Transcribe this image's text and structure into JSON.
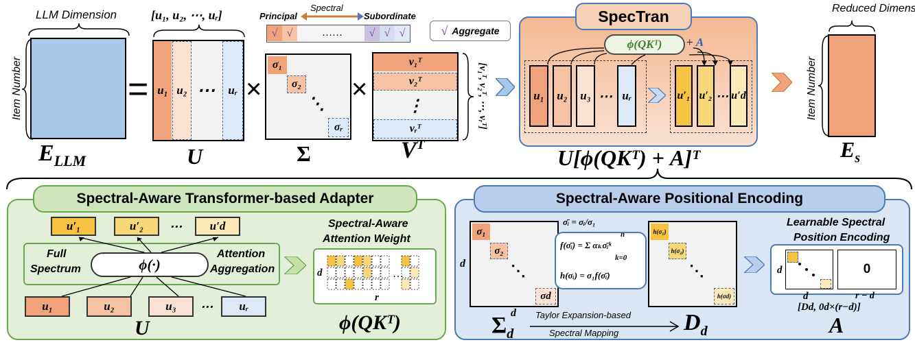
{
  "top": {
    "llm_dimension": "LLM Dimension",
    "item_number": "Item Number",
    "e_llm": "E",
    "e_llm_sub": "LLM",
    "equals": "=",
    "times": "×",
    "u_vector_list": "[u₁, u₂, ⋯, uᵣ]",
    "u_label": "U",
    "u_cells": [
      "u₁",
      "u₂",
      "⋯",
      "uᵣ"
    ],
    "sigma_label": "Σ",
    "sigma_cells": [
      "σ₁",
      "σ₂",
      "⋱",
      "σᵣ"
    ],
    "vt_label": "V",
    "vt_sup": "T",
    "vt_rows": [
      "v₁ᵀ",
      "v₂ᵀ",
      "⋮",
      "vᵣᵀ"
    ],
    "vt_vector_list": "[v₁ᵀ, v₂ᵀ, ⋯, vᵣᵀ]",
    "principal": "Principal",
    "spectral": "Spectral",
    "subordinate": "Subordinate",
    "check": "√",
    "dots_strip": "……",
    "aggregate": "Aggregate",
    "spectran_title": "SpecTran",
    "phi_box": "ϕ(QKᵀ)",
    "plus_a": "+ A",
    "spectran_u_cells": [
      "u₁",
      "u₂",
      "u₃",
      "⋯",
      "uᵣ"
    ],
    "spectran_out_cells": [
      "u′₁",
      "u′₂",
      "⋯",
      "u′d"
    ],
    "formula": "U[ϕ(QKᵀ) + A]ᵀ",
    "reduced_dimension": "Reduced Dimension",
    "e_s": "E",
    "e_s_sub": "s"
  },
  "left_panel": {
    "title": "Spectral-Aware Transformer-based Adapter",
    "out_cells": [
      "u′₁",
      "u′₂",
      "⋯",
      "u′d"
    ],
    "phi_node": "ϕ(·)",
    "full_spectrum": [
      "Full",
      "Spectrum"
    ],
    "attention_aggregation": [
      "Attention",
      "Aggregation"
    ],
    "in_cells": [
      "u₁",
      "u₂",
      "u₃",
      "⋯",
      "uᵣ"
    ],
    "u_label": "U",
    "weight_title": [
      "Spectral-Aware",
      "Attention Weight"
    ],
    "d": "d",
    "r": "r",
    "dots": "…",
    "phi_qk": "ϕ(QKᵀ)"
  },
  "right_panel": {
    "title": "Spectral-Aware Positional Encoding",
    "sigma_cells": [
      "σ₁",
      "σ₂",
      "σd"
    ],
    "d": "d",
    "sigma_bar_def": "σ̄ᵢ = σᵢ/σ₁",
    "taylor_f": "f(σ̄ᵢ) = Σ αₖσ̄ᵢᵏ",
    "sum_top": "n",
    "sum_bottom": "k=0",
    "h_def": "h(σᵢ) = σ₁f(σ̄ᵢ)",
    "h_cells": [
      "h(σ₁)",
      "h(σ₂)",
      "h(σd)"
    ],
    "lspe_title": [
      "Learnable Spectral",
      "Position Encoding"
    ],
    "zero": "0",
    "r_minus_d": "r − d",
    "concat": "[Dd, 0d×(r−d)]",
    "sigma_d_label": "Σ",
    "sigma_d_sub": "d",
    "arrow_top": "Taylor Expansion-based",
    "arrow_bottom": "Spectral Mapping",
    "d_d_label": "D",
    "d_d_sub": "d",
    "a_label": "A"
  },
  "colors": {
    "orange_dark": "#f0a27a",
    "orange_mid": "#f6c2a4",
    "orange_light": "#fbe1d1",
    "blue_fill": "#a8c8ea",
    "light_blue_cell": "#dde9f6",
    "yellow_dark": "#f5c242",
    "yellow_mid": "#f8d77a",
    "yellow_light": "#fde9b8",
    "green_panel": "#e3efd9",
    "green_border": "#6aa84f",
    "blue_panel": "#dbe6f4",
    "blue_border": "#4a7ab8",
    "spectran_bg": "#f5c9a9",
    "check_purple": "#7b3fa0"
  }
}
